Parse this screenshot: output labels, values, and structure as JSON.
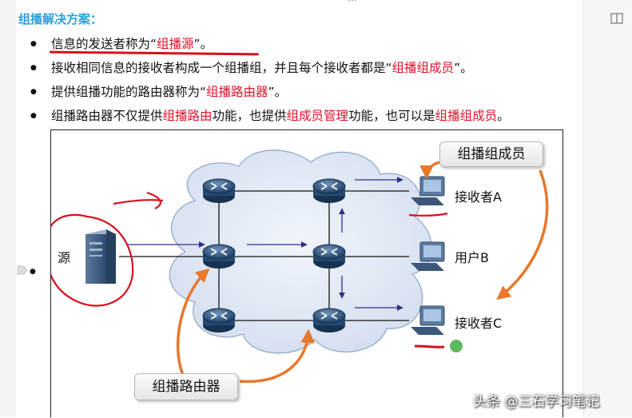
{
  "heading": "组播解决方案：",
  "bullets": [
    [
      {
        "t": "信息的发送者称为“",
        "c": "n"
      },
      {
        "t": "组播源",
        "c": "r"
      },
      {
        "t": "”。",
        "c": "n"
      }
    ],
    [
      {
        "t": "接收相同信息的接收者构成一个组播组，并且每个接收者都是“",
        "c": "n"
      },
      {
        "t": "组播组成员",
        "c": "r"
      },
      {
        "t": "”。",
        "c": "n"
      }
    ],
    [
      {
        "t": "提供组播功能的路由器称为“",
        "c": "n"
      },
      {
        "t": "组播路由器",
        "c": "r"
      },
      {
        "t": "”。",
        "c": "n"
      }
    ],
    [
      {
        "t": "组播路由器不仅提供",
        "c": "n"
      },
      {
        "t": "组播路由",
        "c": "r"
      },
      {
        "t": "功能，也提供",
        "c": "n"
      },
      {
        "t": "组成员管理",
        "c": "r"
      },
      {
        "t": "功能，也可以是",
        "c": "n"
      },
      {
        "t": "组播组成员",
        "c": "r"
      },
      {
        "t": "。",
        "c": "n"
      }
    ]
  ],
  "diagram": {
    "source_label": "源",
    "host_labels": [
      "接收者A",
      "用户B",
      "接收者C"
    ],
    "callout_members": "组播组成员",
    "callout_routers": "组播路由器"
  },
  "watermark": "头条 @三石学习笔记",
  "colors": {
    "heading": "#2a9fd8",
    "highlight": "#e0132a",
    "annotation": "#d9101e",
    "flow_arrow": "#2c2c8c",
    "callout_arrow": "#e8782a",
    "cloud": "#dfe7f4",
    "status_dot": "#5cb85c"
  }
}
